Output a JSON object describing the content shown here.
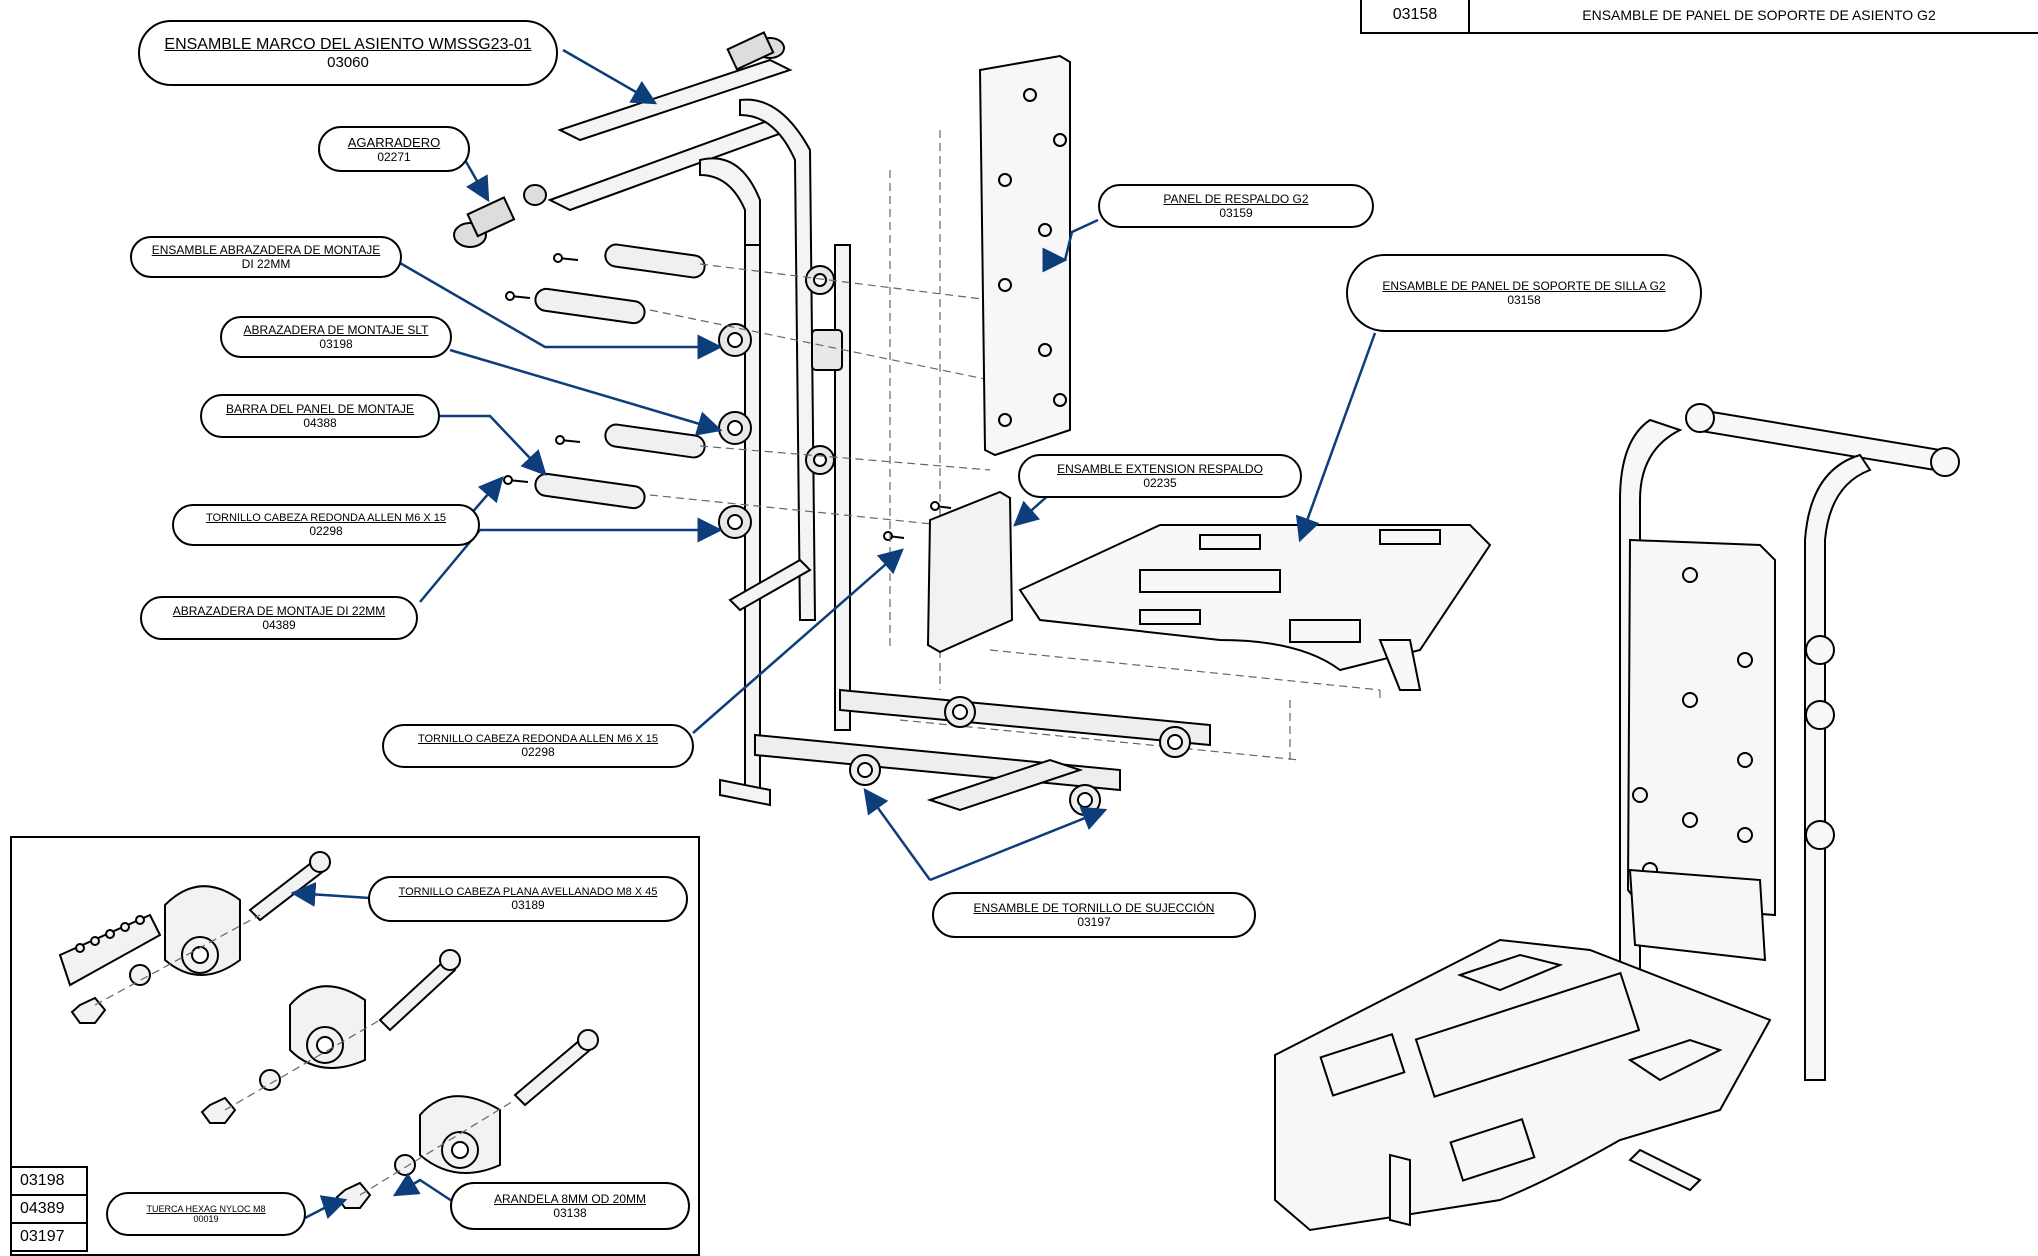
{
  "header_table": {
    "part_number": "03158",
    "description": "ENSAMBLE DE PANEL DE SOPORTE DE ASIENTO G2"
  },
  "callouts": {
    "seat_frame": {
      "name": "ENSAMBLE MARCO DEL ASIENTO WMSSG23-01",
      "part": "03060"
    },
    "handle": {
      "name": "AGARRADERO",
      "part": "02271"
    },
    "mount_clamp_asm": {
      "name": "ENSAMBLE ABRAZADERA DE MONTAJE",
      "part": "DI 22MM"
    },
    "slt_clamp": {
      "name": "ABRAZADERA DE MONTAJE SLT",
      "part": "03198"
    },
    "panel_bar": {
      "name": "BARRA DEL PANEL DE MONTAJE",
      "part": "04388"
    },
    "screw_left": {
      "name": "TORNILLO CABEZA REDONDA ALLEN M6 X  15",
      "part": "02298"
    },
    "clamp_22": {
      "name": "ABRAZADERA DE MONTAJE DI 22MM",
      "part": "04389"
    },
    "backrest_panel": {
      "name": "PANEL DE RESPALDO G2",
      "part": "03159"
    },
    "seat_support": {
      "name": "ENSAMBLE DE PANEL DE SOPORTE DE SILLA G2",
      "part": "03158"
    },
    "backrest_ext": {
      "name": "ENSAMBLE EXTENSION RESPALDO",
      "part": "02235"
    },
    "screw_mid": {
      "name": "TORNILLO CABEZA REDONDA ALLEN M6 X  15",
      "part": "02298"
    },
    "clamp_screw_asm": {
      "name": "ENSAMBLE DE TORNILLO DE SUJECCIÓN",
      "part": "03197"
    },
    "flat_screw": {
      "name": "TORNILLO CABEZA PLANA AVELLANADO M8 X 45",
      "part": "03189"
    },
    "washer": {
      "name": "ARANDELA 8MM OD 20MM",
      "part": "03138"
    },
    "nut": {
      "name": "TUERCA HEXAG NYLOC  M8",
      "part": "00019"
    }
  },
  "inset_table": [
    "03198",
    "04389",
    "03197"
  ]
}
